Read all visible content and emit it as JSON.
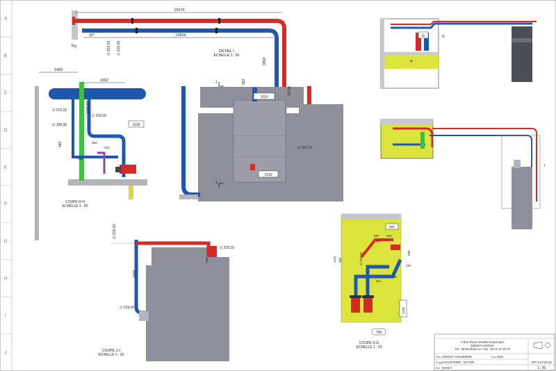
{
  "border_rows": [
    "A",
    "B",
    "C",
    "D",
    "E",
    "F",
    "G",
    "H",
    "I",
    "J"
  ],
  "colors": {
    "hot_pipe": "#d62a26",
    "cold_pipe": "#1f56b0",
    "green_pipe": "#3ec043",
    "purple_pipe": "#9a3fb0",
    "equipment": "#8e8f9a",
    "wall": "#a8a9ad",
    "yellow_zone": "#dbe33d",
    "dimension": "#333333"
  },
  "detail": {
    "title": "DÉTAIL I",
    "scale": "ECHELLE 1 : 50",
    "dims": {
      "top_length": "15076",
      "inner_length": "13836",
      "angle": "20°",
      "left_small": "565",
      "dia1": "∅ 219,10",
      "dia2": "∅ 219,10",
      "vertical": "3952",
      "width_a": "1119",
      "height_a": "582",
      "height_b": "10789",
      "dia_right": "∅ 219,10",
      "width_b": "1619"
    }
  },
  "section_hh": {
    "title": "COUPE H-H",
    "scale": "ECHELLE 1 : 30",
    "dims": {
      "top_width": "1400",
      "mid_width": "1602",
      "dia_a": "∅ 219,10",
      "dim_b": "1780,82",
      "dia_c": "∅ 219,10",
      "dia_d": "∅ 168,30",
      "dim_e": "1139",
      "dim_f": "580",
      "dim_g": "250",
      "dim_h": "282",
      "dim_i": "225"
    }
  },
  "section_jj": {
    "title": "COUPE J-J",
    "scale": "ECHELLE 1 : 30",
    "dims": {
      "dia_top": "∅ 219,10",
      "dia_right": "∅ 219,10",
      "height": "4469",
      "dim_small": "580",
      "dia_bottom": "∅ 219,10"
    }
  },
  "section_gg": {
    "title": "COUPE G-G",
    "scale": "ECHELLE 1 : 30",
    "dims": {
      "top": "800",
      "a": "587",
      "b": "464",
      "c": "417",
      "height_left": "1122",
      "inner": "902",
      "dia": "∅ 219,10",
      "right_a": "580",
      "right_b": "337",
      "mid_a": "321",
      "mid_b": "95",
      "lower": "1128",
      "bottom": "700"
    }
  },
  "plan_labels": {
    "g": "G",
    "h": "H",
    "i": "I"
  },
  "title_block": {
    "address_line1": "1 Rue Pierre Venville Honnecourt",
    "address_line2": "54630 FLAVIGNY",
    "phone": "Tél : 03.83.29.82.13 - Fax : 03.72.27.16.70",
    "field1_label": "Plan",
    "field1_value": "CIRCUIT CHAUDIERE",
    "type_label": "Type",
    "type_value": "DOE",
    "field2_label": "Projet",
    "field2_value": "CHAUFFERIE - VICTOR",
    "field3_label": "Site",
    "field3_value": "NANCY",
    "drawing_number": "VRT-CHTSC-01",
    "scale": "1 : 30"
  }
}
